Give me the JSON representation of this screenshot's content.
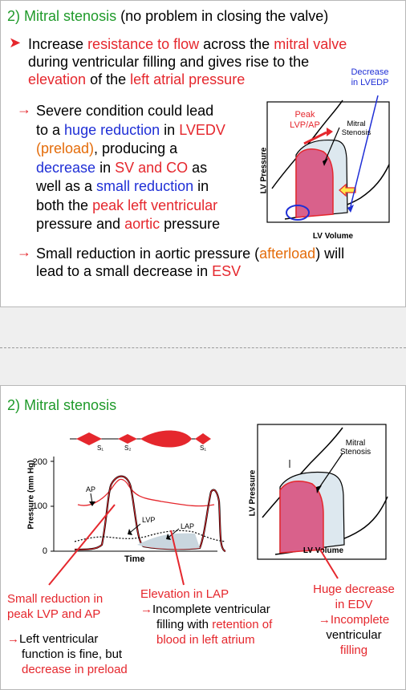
{
  "colors": {
    "green": "#1f9a2a",
    "red": "#e5272d",
    "orange": "#e46c0a",
    "blue": "#1f2fd6",
    "pink": "#d9618b",
    "lightblue": "#dde8ef"
  },
  "slide1": {
    "title_num": "2)",
    "title_main": "Mitral stenosis",
    "title_note": "(no problem in closing the valve)",
    "b1": {
      "w1": "Increase",
      "w2": "resistance to flow",
      "w3": "across the",
      "w4": "mitral valve",
      "w5": "during ventricular filling and gives rise to the",
      "w6": "elevation",
      "w7": "of the",
      "w8": "left atrial pressure"
    },
    "b2": {
      "l1": "Severe condition could lead",
      "l2a": "to a",
      "l2b": "huge reduction",
      "l2c": "in",
      "l2d": "LVEDV",
      "l3a": "(preload)",
      "l3b": ", producing a",
      "l4a": "decrease",
      "l4b": "in",
      "l4c": "SV and CO",
      "l4d": "as",
      "l5a": "well as a",
      "l5b": "small reduction",
      "l5c": "in",
      "l6a": "both the",
      "l6b": "peak left ventricular",
      "l7a": "pressure and",
      "l7b": "aortic",
      "l7c": "pressure"
    },
    "b3": {
      "l1a": "Small reduction in aortic pressure (",
      "l1b": "afterload",
      "l1c": ") will",
      "l2a": "lead to a small decrease in",
      "l2b": "ESV"
    },
    "diagram": {
      "decrease_label_1": "Decrease",
      "decrease_label_2": "in LVEDP",
      "peak_label_1": "Peak",
      "peak_label_2": "LVP/AP",
      "mitral_1": "Mitral",
      "mitral_2": "Stenosis",
      "y_axis": "LV Pressure",
      "x_axis": "LV Volume"
    }
  },
  "slide2": {
    "title_num": "2)",
    "title_main": "Mitral stenosis",
    "chart": {
      "y_axis": "Pressure (mm Hg)",
      "y_ticks": [
        "200",
        "100",
        "0"
      ],
      "x_axis": "Time",
      "sounds": [
        "S₁",
        "S₂",
        "S₁"
      ],
      "ap": "AP",
      "lvp": "LVP",
      "lap": "LAP"
    },
    "loop": {
      "mitral_1": "Mitral",
      "mitral_2": "Stenosis",
      "y_axis": "LV Pressure",
      "x_axis": "LV Volume"
    },
    "note_left": {
      "l1": "Small reduction in",
      "l2": "peak LVP and AP",
      "l3": "Left ventricular",
      "l4": "function is fine, but",
      "l5": "decrease in preload"
    },
    "note_mid": {
      "l1": "Elevation in LAP",
      "l2a": "Incomplete ventricular",
      "l3a": "filling with",
      "l3b": "retention of",
      "l4": "blood in left atrium"
    },
    "note_right": {
      "l1": "Huge decrease",
      "l2": "in EDV",
      "l3": "Incomplete",
      "l4": "ventricular",
      "l5": "filling"
    }
  }
}
